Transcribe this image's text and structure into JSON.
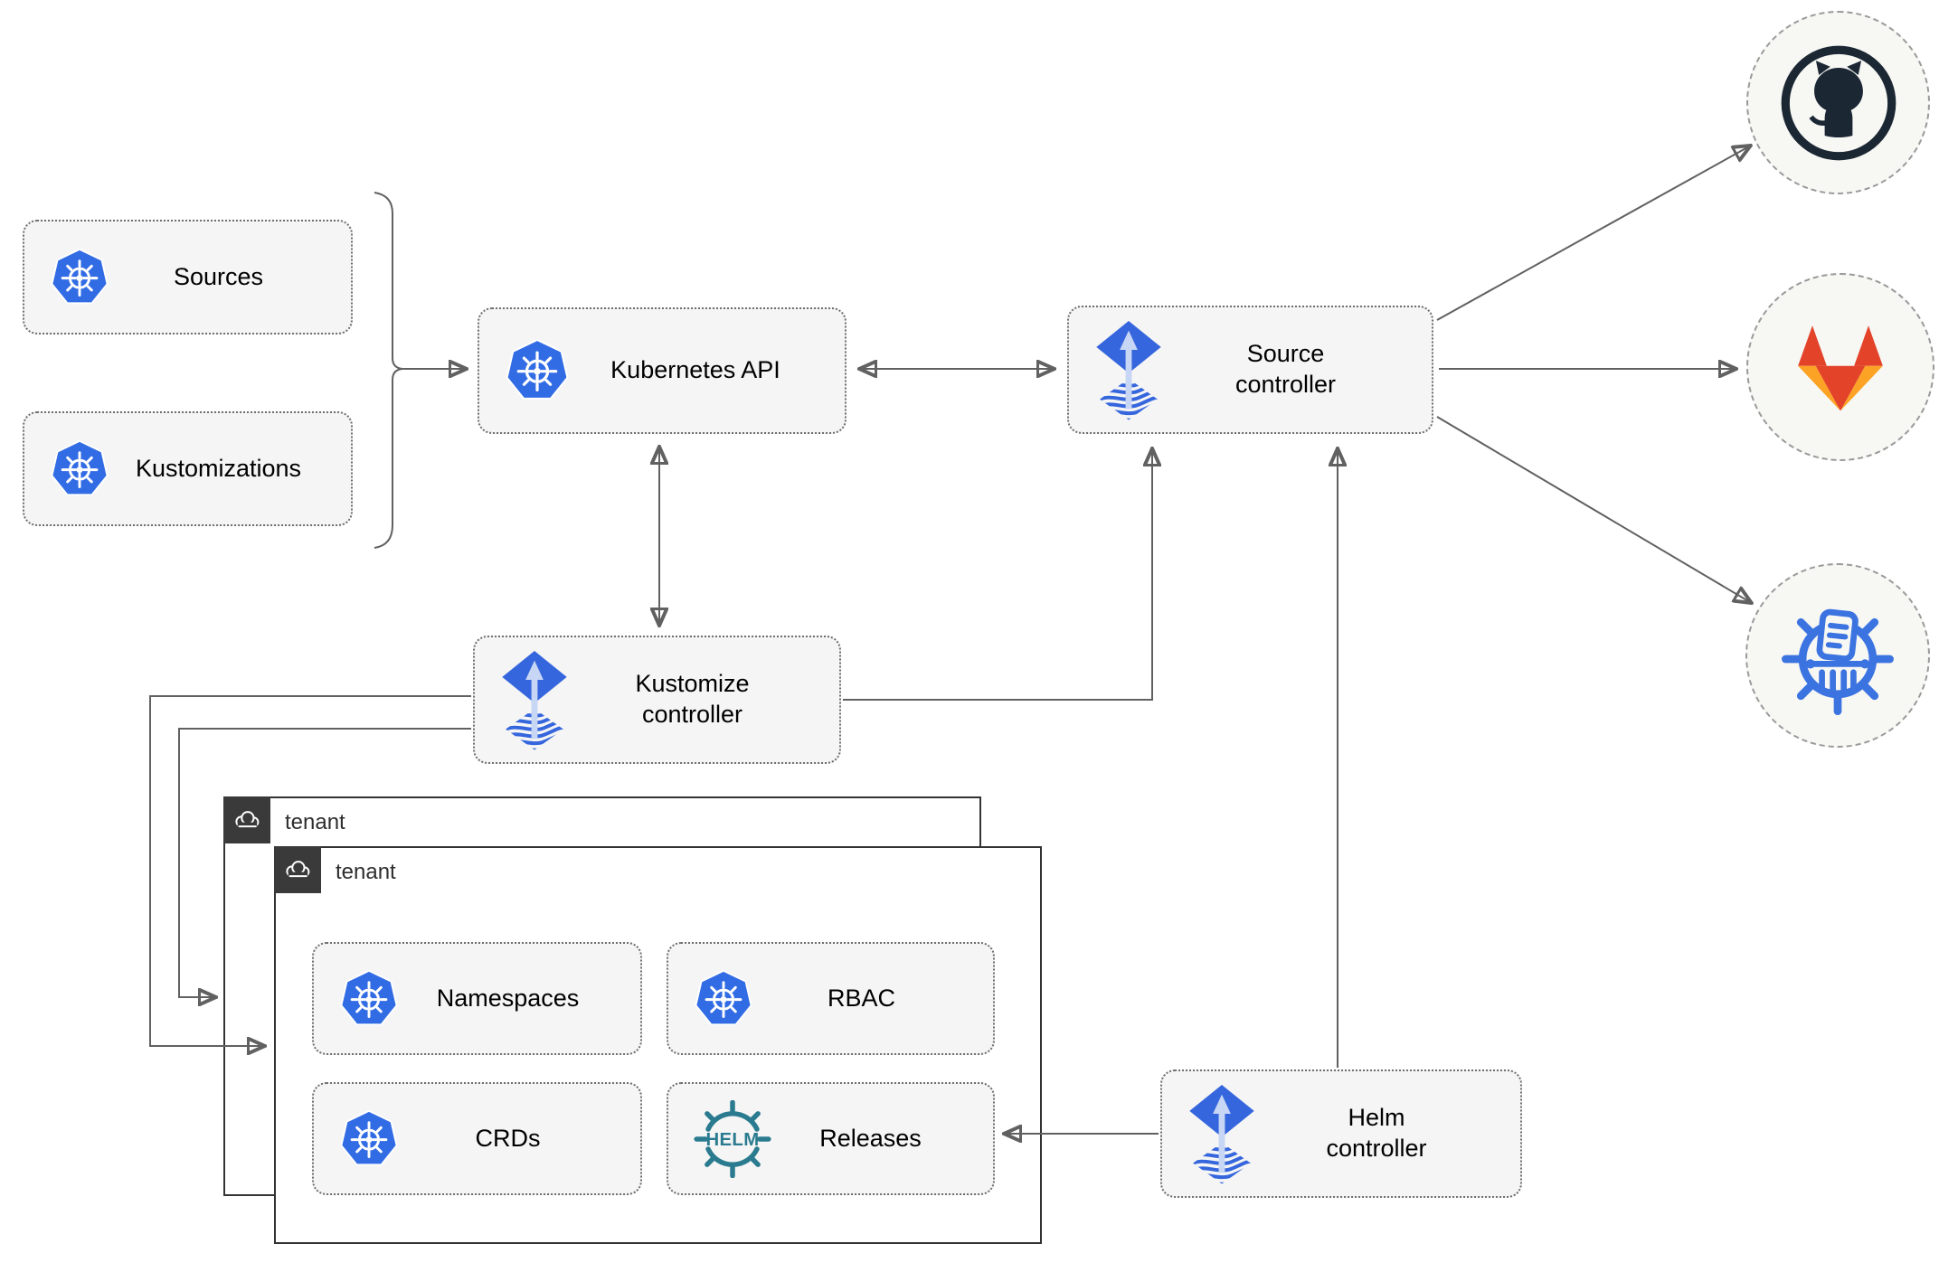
{
  "diagram": "flux-gitops-architecture",
  "nodes": {
    "sources": {
      "label": "Sources"
    },
    "kustomizations": {
      "label": "Kustomizations"
    },
    "kubernetes_api": {
      "label": "Kubernetes API"
    },
    "source_controller": {
      "label": "Source controller"
    },
    "kustomize_controller": {
      "label": "Kustomize controller"
    },
    "helm_controller": {
      "label": "Helm controller"
    },
    "namespaces": {
      "label": "Namespaces"
    },
    "rbac": {
      "label": "RBAC"
    },
    "crds": {
      "label": "CRDs"
    },
    "releases": {
      "label": "Releases"
    }
  },
  "tenants": [
    {
      "label": "tenant"
    },
    {
      "label": "tenant"
    }
  ],
  "icons": {
    "kubernetes": "kubernetes-wheel-logo",
    "flux": "flux-diamond-logo",
    "helm": "helm-ship-wheel-logo",
    "helm_wheel_text": "HELM",
    "cloud": "cloud-outline",
    "github": "github-octocat-logo",
    "gitlab": "gitlab-tanuki-logo",
    "chartmuseum": "chartmuseum-logo"
  },
  "edges": [
    {
      "from": "sources+kustomizations-bracket",
      "to": "kubernetes-api",
      "type": "arrow"
    },
    {
      "from": "kubernetes-api",
      "to": "source-controller",
      "type": "double-arrow"
    },
    {
      "from": "kubernetes-api",
      "to": "kustomize-controller",
      "type": "double-arrow"
    },
    {
      "from": "kustomize-controller",
      "to": "source-controller",
      "type": "arrow"
    },
    {
      "from": "helm-controller",
      "to": "source-controller",
      "type": "arrow"
    },
    {
      "from": "helm-controller",
      "to": "releases",
      "type": "arrow"
    },
    {
      "from": "kustomize-controller",
      "to": "tenant-front",
      "type": "arrow"
    },
    {
      "from": "kustomize-controller",
      "to": "tenant-back",
      "type": "arrow"
    },
    {
      "from": "source-controller",
      "to": "github",
      "type": "arrow"
    },
    {
      "from": "source-controller",
      "to": "gitlab",
      "type": "arrow"
    },
    {
      "from": "source-controller",
      "to": "chartmuseum",
      "type": "arrow"
    }
  ],
  "colors": {
    "kubernetes_blue": "#326ce5",
    "flux_blue": "#3566dd",
    "flux_arrow_light": "#c7d6f4",
    "helm_teal": "#2a7b8f",
    "github_dark": "#1b2733",
    "gitlab_red_orange": "#e24329",
    "gitlab_light_orange": "#fca326",
    "chartmuseum_blue": "#3b73e0",
    "connector_gray": "#616161",
    "node_background": "#f5f5f5",
    "node_border": "#6e6e6e",
    "tenant_border": "#333333",
    "tenant_tab": "#3a3a3a",
    "external_circle_bg": "#f7f7f4",
    "external_circle_border": "#9a9a9a"
  }
}
